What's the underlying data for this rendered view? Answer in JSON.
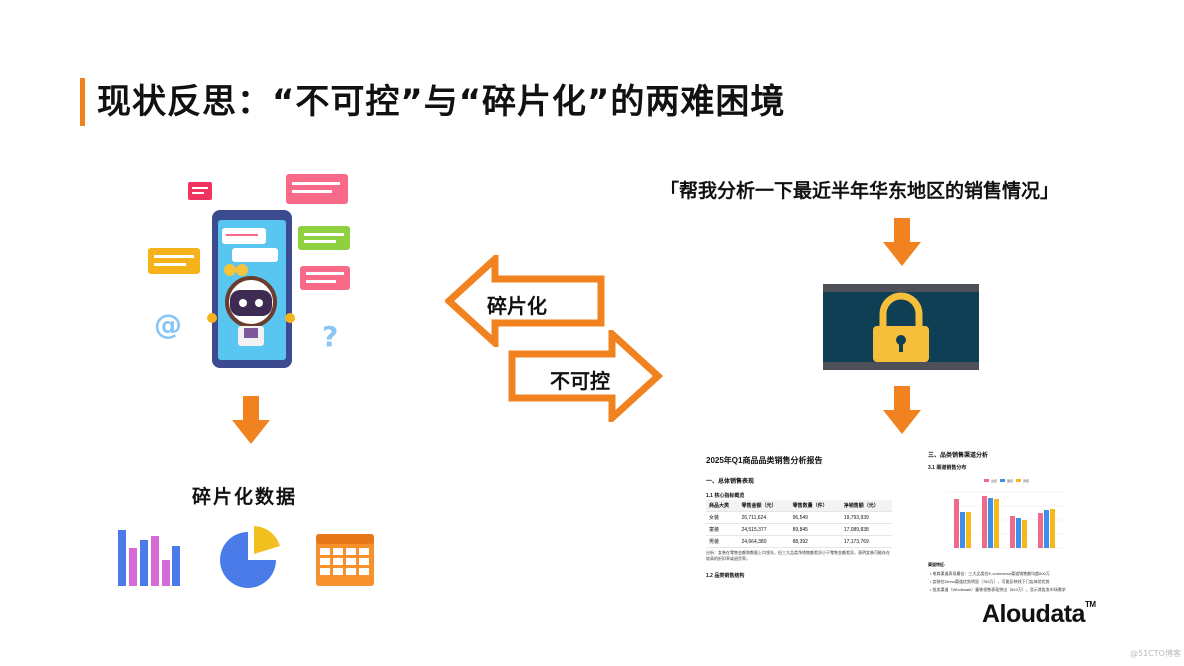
{
  "title": "现状反思：“不可控”与“碎片化”的两难困境",
  "query": "「帮我分析一下最近半年华东地区的销售情况」",
  "fragment_arrow_label": "碎片化",
  "uncontrolled_arrow_label": "不可控",
  "fragmented_data_label": "碎片化数据",
  "colors": {
    "accent": "#f0831f",
    "title_bar": "#f0831f",
    "lock_gold": "#f5bf3b",
    "lock_bg": "#0f3f55"
  },
  "report": {
    "title": "2025年Q1商品品类销售分析报告",
    "section1": "一、总体销售表现",
    "subsection11": "1.1 核心指标概览",
    "table": {
      "headers": [
        "商品大类",
        "零售金额（元）",
        "零售数量（件）",
        "净销售额（元）"
      ],
      "rows": [
        [
          "女装",
          "26,711,624",
          "96,549",
          "19,793,939"
        ],
        [
          "童装",
          "24,515,377",
          "89,845",
          "17,089,838"
        ],
        [
          "男装",
          "24,664,380",
          "88,392",
          "17,173,769"
        ]
      ]
    },
    "analysis": "分析：女装在零售金额和数量上均领先，但三大品类净销售额差异小于零售金额差异，表明女装可能存在较高的折扣率或退货率。",
    "subsection12": "1.2 品类销售结构",
    "section3": "三、品类销售渠道分析",
    "subsection31": "3.1 渠道销售分布",
    "chart_legend": [
      "女装",
      "童装",
      "男装"
    ],
    "insights_title": "渠道特征:",
    "insights": [
      "• 电商渠道表现最佳：三大品类在E-commerce渠道销售额均超600万",
      "• 女装在Direct渠道优势明显（783万），可能反映线下门店体验优势",
      "• 批发渠道（Wholesale）童装领售表现突出（810万），显示其批发市场需求"
    ]
  },
  "brand": "Aloudata",
  "brand_tm": "TM",
  "watermark": "@51CTO博客"
}
